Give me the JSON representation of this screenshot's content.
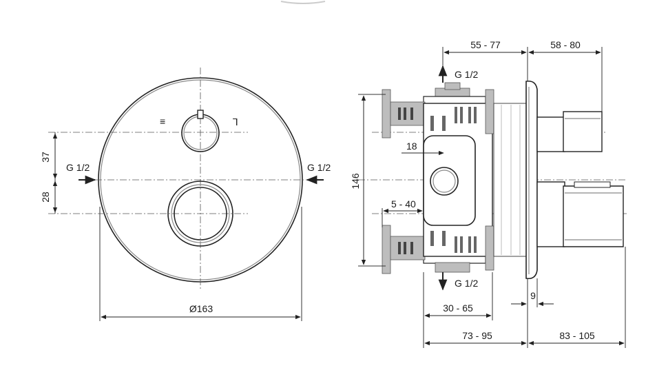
{
  "front_view": {
    "dim_diameter": "Ø163",
    "dim_upper_offset": "37",
    "dim_lower_offset": "28",
    "inlet_left": "G 1/2",
    "inlet_right": "G 1/2",
    "handle_symbol_left": "≡",
    "handle_symbol_right": "⅂"
  },
  "side_view": {
    "dim_top_a": "55 - 77",
    "dim_top_b": "58 - 80",
    "outlet_top": "G 1/2",
    "outlet_bottom": "G 1/2",
    "dim_height": "146",
    "dim_inner_width": "18",
    "dim_depth_range": "5 - 40",
    "dim_bottom_a": "30 - 65",
    "dim_plate": "9",
    "dim_bottom_b": "73 - 95",
    "dim_bottom_c": "83 - 105"
  }
}
